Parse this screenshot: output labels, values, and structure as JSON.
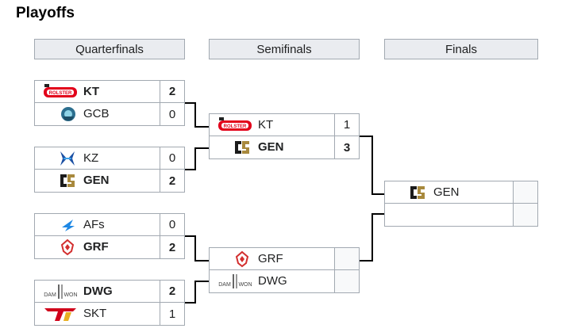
{
  "title": "Playoffs",
  "rounds": [
    "Quarterfinals",
    "Semifinals",
    "Finals"
  ],
  "quarterfinals": [
    {
      "teams": [
        {
          "name": "KT",
          "score": "2",
          "logo": "kt-rolster-logo",
          "winner": true
        },
        {
          "name": "GCB",
          "score": "0",
          "logo": "gcb-logo",
          "winner": false
        }
      ]
    },
    {
      "teams": [
        {
          "name": "KZ",
          "score": "0",
          "logo": "king-zone-logo",
          "winner": false
        },
        {
          "name": "GEN",
          "score": "2",
          "logo": "gen-g-logo",
          "winner": true
        }
      ]
    },
    {
      "teams": [
        {
          "name": "AFs",
          "score": "0",
          "logo": "afreeca-freecs-logo",
          "winner": false
        },
        {
          "name": "GRF",
          "score": "2",
          "logo": "griffin-logo",
          "winner": true
        }
      ]
    },
    {
      "teams": [
        {
          "name": "DWG",
          "score": "2",
          "logo": "damwon-logo",
          "winner": true
        },
        {
          "name": "SKT",
          "score": "1",
          "logo": "skt-t1-logo",
          "winner": false
        }
      ]
    }
  ],
  "semifinals": [
    {
      "teams": [
        {
          "name": "KT",
          "score": "1",
          "logo": "kt-rolster-logo",
          "winner": false
        },
        {
          "name": "GEN",
          "score": "3",
          "logo": "gen-g-logo",
          "winner": true
        }
      ]
    },
    {
      "teams": [
        {
          "name": "GRF",
          "score": "",
          "logo": "griffin-logo",
          "winner": false
        },
        {
          "name": "DWG",
          "score": "",
          "logo": "damwon-logo",
          "winner": false
        }
      ]
    }
  ],
  "finals": [
    {
      "teams": [
        {
          "name": "GEN",
          "score": "",
          "logo": "gen-g-logo",
          "winner": false
        },
        {
          "name": "",
          "score": "",
          "logo": "",
          "winner": false
        }
      ]
    }
  ],
  "colors": {
    "border": "#a2a9b1",
    "header_bg": "#eaecf0",
    "connector": "#000000"
  }
}
